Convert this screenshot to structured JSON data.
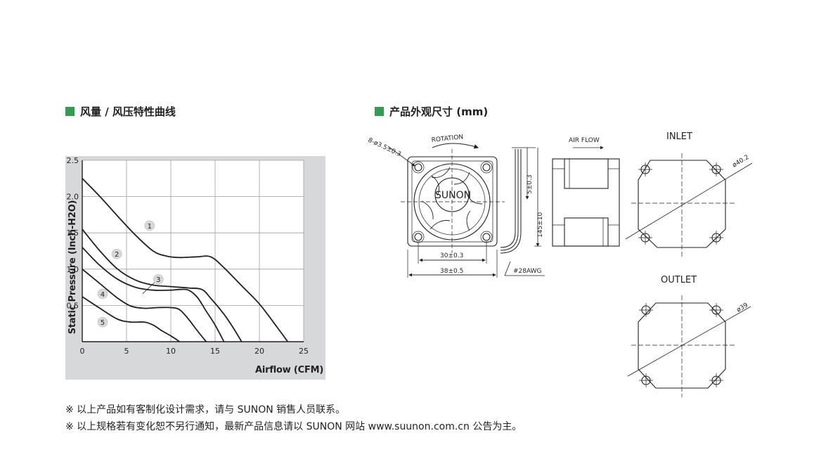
{
  "sections": {
    "curve_title": "风量 / 风压特性曲线",
    "dimension_title": "产品外观尺寸 (mm)"
  },
  "chart_data": {
    "type": "line",
    "xlabel": "Airflow (CFM)",
    "ylabel": "Static Pressure (Inch-H2O)",
    "xlim": [
      0,
      25
    ],
    "ylim": [
      0,
      2.5
    ],
    "x_ticks": [
      "0",
      "5",
      "10",
      "15",
      "20",
      "25"
    ],
    "y_ticks": [
      "0.5",
      "1.0",
      "1.5",
      "2.0",
      "2.5"
    ],
    "grid": true,
    "series": [
      {
        "name": "1",
        "points": [
          [
            0,
            2.25
          ],
          [
            2,
            2.0
          ],
          [
            4,
            1.73
          ],
          [
            6,
            1.47
          ],
          [
            8,
            1.25
          ],
          [
            9.5,
            1.18
          ],
          [
            11,
            1.16
          ],
          [
            13,
            1.17
          ],
          [
            14.5,
            1.17
          ],
          [
            16,
            1.02
          ],
          [
            18,
            0.77
          ],
          [
            20,
            0.52
          ],
          [
            22,
            0.2
          ],
          [
            23.2,
            0
          ]
        ]
      },
      {
        "name": "2",
        "points": [
          [
            0,
            1.55
          ],
          [
            2,
            1.25
          ],
          [
            4,
            1.0
          ],
          [
            6,
            0.85
          ],
          [
            8,
            0.78
          ],
          [
            10,
            0.76
          ],
          [
            12,
            0.74
          ],
          [
            13.5,
            0.72
          ],
          [
            14.5,
            0.6
          ],
          [
            16,
            0.38
          ],
          [
            17,
            0.2
          ],
          [
            18,
            0
          ]
        ]
      },
      {
        "name": "3",
        "points": [
          [
            0,
            1.3
          ],
          [
            2,
            1.05
          ],
          [
            4,
            0.86
          ],
          [
            6,
            0.75
          ],
          [
            8,
            0.71
          ],
          [
            10,
            0.71
          ],
          [
            11,
            0.72
          ],
          [
            12,
            0.71
          ],
          [
            13,
            0.61
          ],
          [
            14,
            0.42
          ],
          [
            15,
            0.23
          ],
          [
            16,
            0
          ]
        ]
      },
      {
        "name": "4",
        "points": [
          [
            0,
            1.0
          ],
          [
            2,
            0.8
          ],
          [
            4,
            0.6
          ],
          [
            5.5,
            0.49
          ],
          [
            7,
            0.46
          ],
          [
            8.5,
            0.47
          ],
          [
            10,
            0.47
          ],
          [
            11,
            0.44
          ],
          [
            12,
            0.31
          ],
          [
            13,
            0.15
          ],
          [
            14,
            0
          ]
        ]
      },
      {
        "name": "5",
        "points": [
          [
            0,
            0.62
          ],
          [
            2,
            0.46
          ],
          [
            4,
            0.31
          ],
          [
            5.5,
            0.27
          ],
          [
            7,
            0.27
          ],
          [
            8,
            0.23
          ],
          [
            9,
            0.15
          ],
          [
            10,
            0.08
          ],
          [
            11,
            0
          ]
        ]
      }
    ],
    "labels": [
      {
        "text": "1",
        "x": 7.6,
        "y": 1.6
      },
      {
        "text": "2",
        "x": 3.9,
        "y": 1.21
      },
      {
        "text": "3",
        "x": 8.6,
        "y": 0.86
      },
      {
        "text": "4",
        "x": 2.3,
        "y": 0.66
      },
      {
        "text": "5",
        "x": 2.3,
        "y": 0.27
      }
    ]
  },
  "dimensions": {
    "hole_label": "8-ø3.5±0.3",
    "rotation": "ROTATION",
    "brand": "SUNON",
    "dim_30": "30±0.3",
    "dim_38": "38±0.5",
    "awg": "#28AWG",
    "dim_5": "5±0.3",
    "dim_145": "145±10",
    "air_flow": "AIR FLOW",
    "inlet": "INLET",
    "outlet": "OUTLET",
    "dia_inlet": "ø40.2",
    "dia_outlet": "ø39"
  },
  "notes": [
    "※ 以上产品如有客制化设计需求，请与 SUNON 销售人员联系。",
    "※ 以上规格若有变化恕不另行通知，最新产品信息请以 SUNON 网站 www.suunon.com.cn 公告为主。"
  ]
}
